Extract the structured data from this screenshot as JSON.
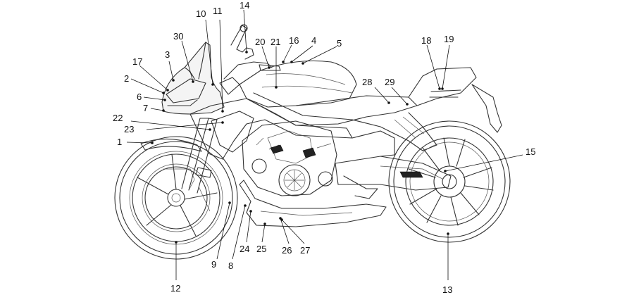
{
  "diagram": {
    "subject": "motorcycle-side-view",
    "callouts": [
      {
        "id": "c1",
        "label": "1"
      },
      {
        "id": "c2",
        "label": "2"
      },
      {
        "id": "c3",
        "label": "3"
      },
      {
        "id": "c4",
        "label": "4"
      },
      {
        "id": "c5",
        "label": "5"
      },
      {
        "id": "c6",
        "label": "6"
      },
      {
        "id": "c7",
        "label": "7"
      },
      {
        "id": "c8",
        "label": "8"
      },
      {
        "id": "c9",
        "label": "9"
      },
      {
        "id": "c10",
        "label": "10"
      },
      {
        "id": "c11",
        "label": "11"
      },
      {
        "id": "c12",
        "label": "12"
      },
      {
        "id": "c13",
        "label": "13"
      },
      {
        "id": "c14",
        "label": "14"
      },
      {
        "id": "c15",
        "label": "15"
      },
      {
        "id": "c16",
        "label": "16"
      },
      {
        "id": "c17",
        "label": "17"
      },
      {
        "id": "c18",
        "label": "18"
      },
      {
        "id": "c19",
        "label": "19"
      },
      {
        "id": "c20",
        "label": "20"
      },
      {
        "id": "c21",
        "label": "21"
      },
      {
        "id": "c22",
        "label": "22"
      },
      {
        "id": "c23",
        "label": "23"
      },
      {
        "id": "c24",
        "label": "24"
      },
      {
        "id": "c25",
        "label": "25"
      },
      {
        "id": "c26",
        "label": "26"
      },
      {
        "id": "c27",
        "label": "27"
      },
      {
        "id": "c28",
        "label": "28"
      },
      {
        "id": "c29",
        "label": "29"
      },
      {
        "id": "c30",
        "label": "30"
      }
    ]
  }
}
